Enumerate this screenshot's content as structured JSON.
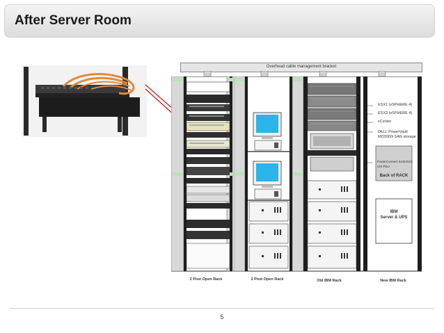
{
  "slide": {
    "title": "After Server Room",
    "page_number": "5"
  },
  "diagram": {
    "cable_bracket_label": "Overhead cable management bracket",
    "racks": [
      {
        "label": "2 Post Open Rack"
      },
      {
        "label": "2 Post Open Rack"
      },
      {
        "label": "Old IBM Rack"
      },
      {
        "label": "New IBM Rack"
      }
    ],
    "new_rack_labels": {
      "esx1": "ESX1 (vSPHERE 4)",
      "esx2": "ESX2 (vSPHERE 4)",
      "vcenter": "vCenter",
      "dell_line1": "DELL PowerVault",
      "dell_line2": "MD3000i SAN storage",
      "pdu_line1": "PowerConnect 5448 ESX",
      "pdu_line2": "Ctrl PDU",
      "back_of_rack": "Back of RACK",
      "ibm_line1": "IBM",
      "ibm_line2": "Server & UPS"
    },
    "colors": {
      "rack_frame": "#1e1e1e",
      "bracket": "#e5e5e5",
      "accent_arrow": "#d02020",
      "cable_orange": "#e08a3c"
    }
  }
}
